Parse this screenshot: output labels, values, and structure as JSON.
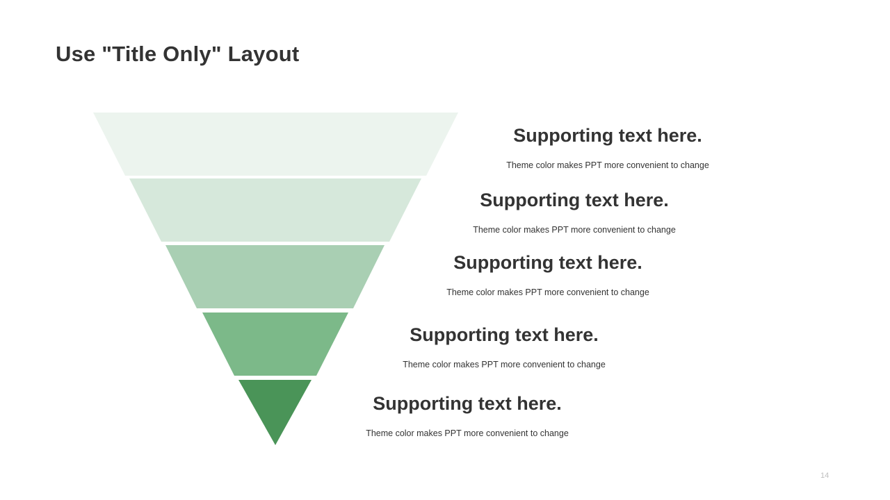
{
  "slide": {
    "title": "Use \"Title Only\" Layout",
    "page_number": "14",
    "background_color": "#ffffff",
    "title_color": "#333333",
    "body_text_color": "#333333",
    "page_number_color": "#bfbfbf"
  },
  "funnel": {
    "name": "inverted-funnel-chart",
    "type": "funnel",
    "orientation": "inverted",
    "segment_count": 5,
    "segments": [
      {
        "index": 1,
        "color": "#ecf4ee",
        "top_width": 525,
        "bottom_width": 433
      },
      {
        "index": 2,
        "color": "#d6e8db",
        "top_width": 420,
        "bottom_width": 327
      },
      {
        "index": 3,
        "color": "#a9cfb3",
        "top_width": 315,
        "bottom_width": 222
      },
      {
        "index": 4,
        "color": "#7cb989",
        "top_width": 210,
        "bottom_width": 117
      },
      {
        "index": 5,
        "color": "#4a9458",
        "top_width": 105,
        "bottom_width": 0
      }
    ]
  },
  "content_blocks": [
    {
      "id": "block-1",
      "heading": "Supporting text here.",
      "subtext": "Theme color makes PPT more convenient to change"
    },
    {
      "id": "block-2",
      "heading": "Supporting text here.",
      "subtext": "Theme color makes PPT more convenient to change"
    },
    {
      "id": "block-3",
      "heading": "Supporting text here.",
      "subtext": "Theme color makes PPT more convenient to change"
    },
    {
      "id": "block-4",
      "heading": "Supporting text here.",
      "subtext": "Theme color makes PPT more convenient to change"
    },
    {
      "id": "block-5",
      "heading": "Supporting text here.",
      "subtext": "Theme color makes PPT more convenient to change"
    }
  ]
}
